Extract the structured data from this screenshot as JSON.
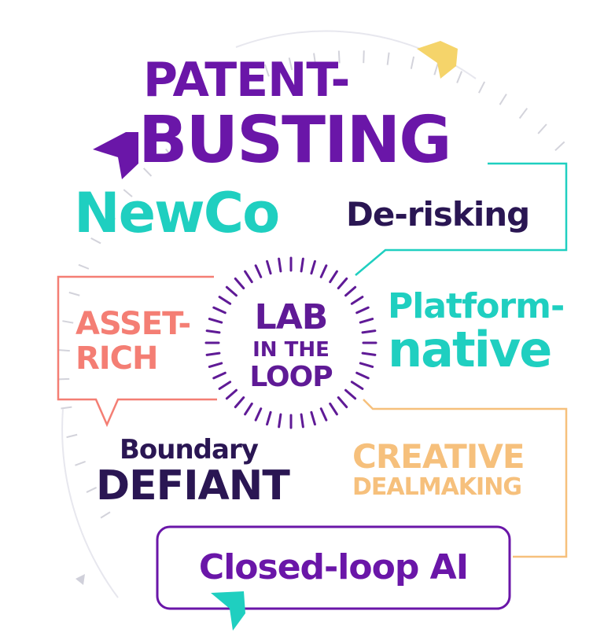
{
  "phrases": {
    "patent": "PATENT-",
    "busting": "BUSTING",
    "newco": "NewCo",
    "derisking": "De-risking",
    "asset": "ASSET-",
    "rich": "RICH",
    "lab": "LAB",
    "inthe": "IN THE",
    "loop": "LOOP",
    "platform": "Platform-",
    "native": "native",
    "boundary": "Boundary",
    "defiant": "DEFIANT",
    "creative": "CREATIVE",
    "dealmaking": "DEALMAKING",
    "closedloop": "Closed-loop AI"
  },
  "colors": {
    "purple": "#6a16a8",
    "dark_purple": "#5f1a96",
    "navy": "#2a1653",
    "teal": "#1fcfc0",
    "coral": "#f47e74",
    "peach": "#f6c07c",
    "yellow": "#f5d46a",
    "gray_tick": "#d3d3db"
  }
}
